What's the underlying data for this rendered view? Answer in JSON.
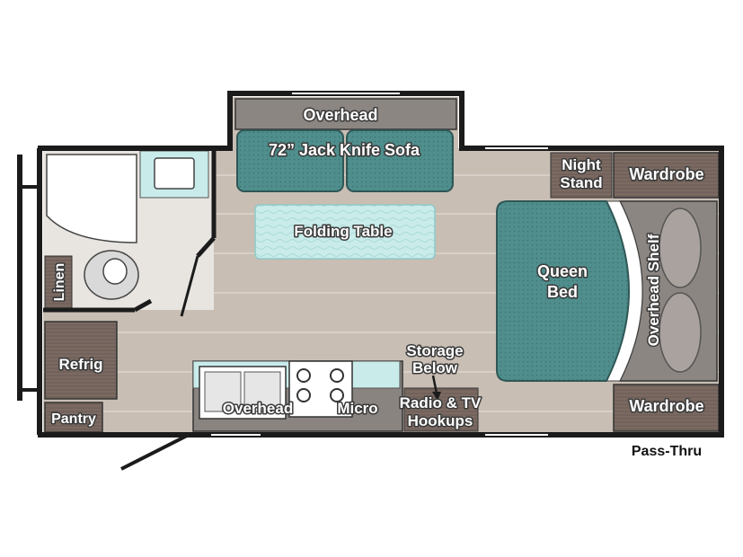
{
  "labels": {
    "overhead_top": "Overhead",
    "sofa": "72” Jack Knife Sofa",
    "folding_table": "Folding Table",
    "night_stand_1": "Night",
    "night_stand_2": "Stand",
    "wardrobe_top": "Wardrobe",
    "queen_bed_1": "Queen",
    "queen_bed_2": "Bed",
    "overhead_shelf": "Overhead Shelf",
    "linen": "Linen",
    "refrig": "Refrig",
    "pantry": "Pantry",
    "overhead_kitchen": "Overhead",
    "micro": "Micro",
    "storage_1": "Storage",
    "storage_2": "Below",
    "radio_1": "Radio & TV",
    "radio_2": "Hookups",
    "wardrobe_bottom": "Wardrobe",
    "pass_thru": "Pass-Thru"
  },
  "colors": {
    "floor": "#c8beb4",
    "floor_line": "#ddd6cf",
    "wall": "#1b1b1b",
    "teal": "#4f8e8c",
    "cabinet": "#6e5f58",
    "light_teal": "#c9ecea",
    "counter": "#8a8480",
    "white": "#ffffff"
  }
}
